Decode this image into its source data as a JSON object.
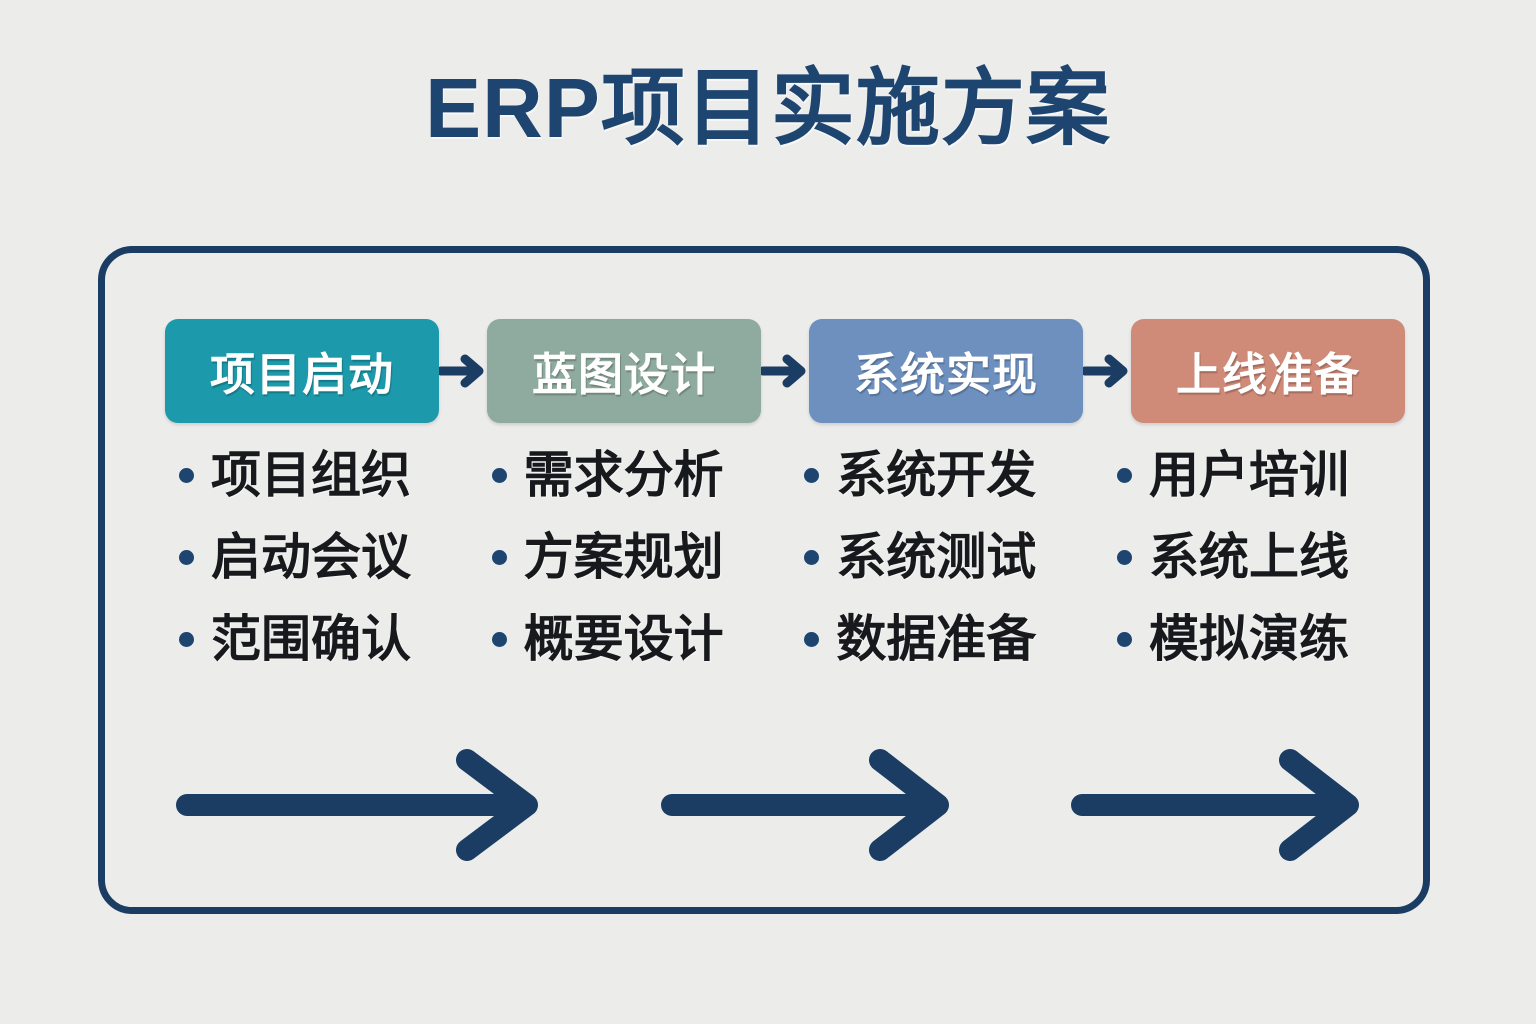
{
  "title": "ERP项目实施方案",
  "theme": {
    "background": "#ececeb",
    "frame_border": "#1b3d63",
    "title_color": "#1e4570",
    "bullet_dot_color": "#1e4570",
    "bullet_text_color": "#17191c",
    "arrow_color": "#1b3d63"
  },
  "stages": [
    {
      "label": "项目启动",
      "color": "#1c9aab",
      "items": [
        "项目组织",
        "启动会议",
        "范围确认"
      ]
    },
    {
      "label": "蓝图设计",
      "color": "#8fab9f",
      "items": [
        "需求分析",
        "方案规划",
        "概要设计"
      ]
    },
    {
      "label": "系统实现",
      "color": "#6d90bf",
      "items": [
        "系统开发",
        "系统测试",
        "数据准备"
      ]
    },
    {
      "label": "上线准备",
      "color": "#d08b78",
      "items": [
        "用户培训",
        "系统上线",
        "模拟演练"
      ]
    }
  ],
  "stage_connectors": [
    {
      "name": "arrow-stage-1-to-2"
    },
    {
      "name": "arrow-stage-2-to-3"
    },
    {
      "name": "arrow-stage-3-to-4"
    }
  ],
  "flow_arrows": [
    {
      "name": "flow-arrow-1"
    },
    {
      "name": "flow-arrow-2"
    },
    {
      "name": "flow-arrow-3"
    }
  ]
}
